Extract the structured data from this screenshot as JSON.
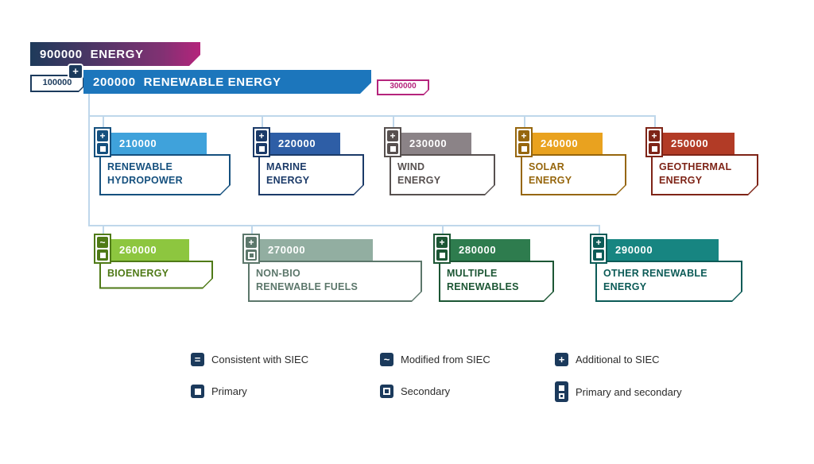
{
  "colors": {
    "navy": "#1B3A5C",
    "blue": "#1C76BC",
    "magenta": "#B5247C",
    "gradient_start": "#1E3A5A",
    "gradient_mid": "#823173",
    "gradient_end": "#B5247C",
    "connector": "#BFD7EB"
  },
  "tree": {
    "energy": {
      "code": "900000",
      "label": "ENERGY"
    },
    "non_renewable_tag": {
      "code": "100000"
    },
    "renewable": {
      "code": "200000",
      "label": "RENEWABLE ENERGY",
      "marker": "+"
    },
    "other_tag": {
      "code": "300000"
    }
  },
  "cards": [
    {
      "code": "210000",
      "name": "RENEWABLE\nHYDROPOWER",
      "marker": "+",
      "square": "primary",
      "color": "#3FA2DB",
      "dark": "#15507E"
    },
    {
      "code": "220000",
      "name": "MARINE\nENERGY",
      "marker": "+",
      "square": "primary",
      "color": "#2E5EA6",
      "dark": "#1B3A68"
    },
    {
      "code": "230000",
      "name": "WIND\nENERGY",
      "marker": "+",
      "square": "primary",
      "color": "#8B8387",
      "dark": "#57504F"
    },
    {
      "code": "240000",
      "name": "SOLAR\nENERGY",
      "marker": "+",
      "square": "primary",
      "color": "#E9A21F",
      "dark": "#96660D"
    },
    {
      "code": "250000",
      "name": "GEOTHERMAL\nENERGY",
      "marker": "+",
      "square": "primary",
      "color": "#B23B26",
      "dark": "#7E2417"
    },
    {
      "code": "260000",
      "name": "BIOENERGY",
      "marker": "~",
      "square": "primary",
      "color": "#8DC63F",
      "dark": "#4F7A17"
    },
    {
      "code": "270000",
      "name": "NON-BIO\nRENEWABLE FUELS",
      "marker": "+",
      "square": "secondary",
      "color": "#92AEA1",
      "dark": "#5C776B"
    },
    {
      "code": "280000",
      "name": "MULTIPLE\nRENEWABLES",
      "marker": "+",
      "square": "primary",
      "color": "#2E7C4E",
      "dark": "#1C5634"
    },
    {
      "code": "290000",
      "name": "OTHER RENEWABLE\nENERGY",
      "marker": "+",
      "square": "primary",
      "color": "#178581",
      "dark": "#0C5B57"
    }
  ],
  "legend": {
    "items": [
      {
        "symbol": "=",
        "label": "Consistent with SIEC"
      },
      {
        "symbol": "~",
        "label": "Modified from SIEC"
      },
      {
        "symbol": "+",
        "label": "Additional to SIEC"
      },
      {
        "square": "primary",
        "label": "Primary"
      },
      {
        "square": "secondary",
        "label": "Secondary"
      },
      {
        "square": "primary-secondary",
        "label": "Primary and secondary"
      }
    ]
  }
}
